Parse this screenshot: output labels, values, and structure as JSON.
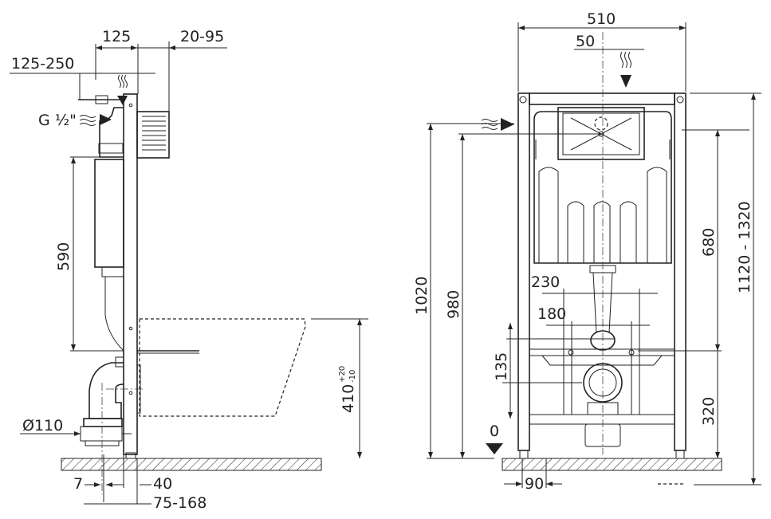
{
  "side_view": {
    "dims": {
      "d125": "125",
      "d20_95": "20-95",
      "d125_250": "125-250",
      "inlet": "G ½\"",
      "d590": "590",
      "d110": "Ø110",
      "d7": "7",
      "d40": "40",
      "d75_168": "75-168",
      "d410": "410",
      "d410_plus": "+20",
      "d410_minus": "-10"
    }
  },
  "front_view": {
    "dims": {
      "d510": "510",
      "d50": "50",
      "d1020": "1020",
      "d980": "980",
      "d680": "680",
      "d1120_1320": "1120 - 1320",
      "d230": "230",
      "d180": "180",
      "d135": "135",
      "d320": "320",
      "d0": "0",
      "d90": "90"
    }
  }
}
